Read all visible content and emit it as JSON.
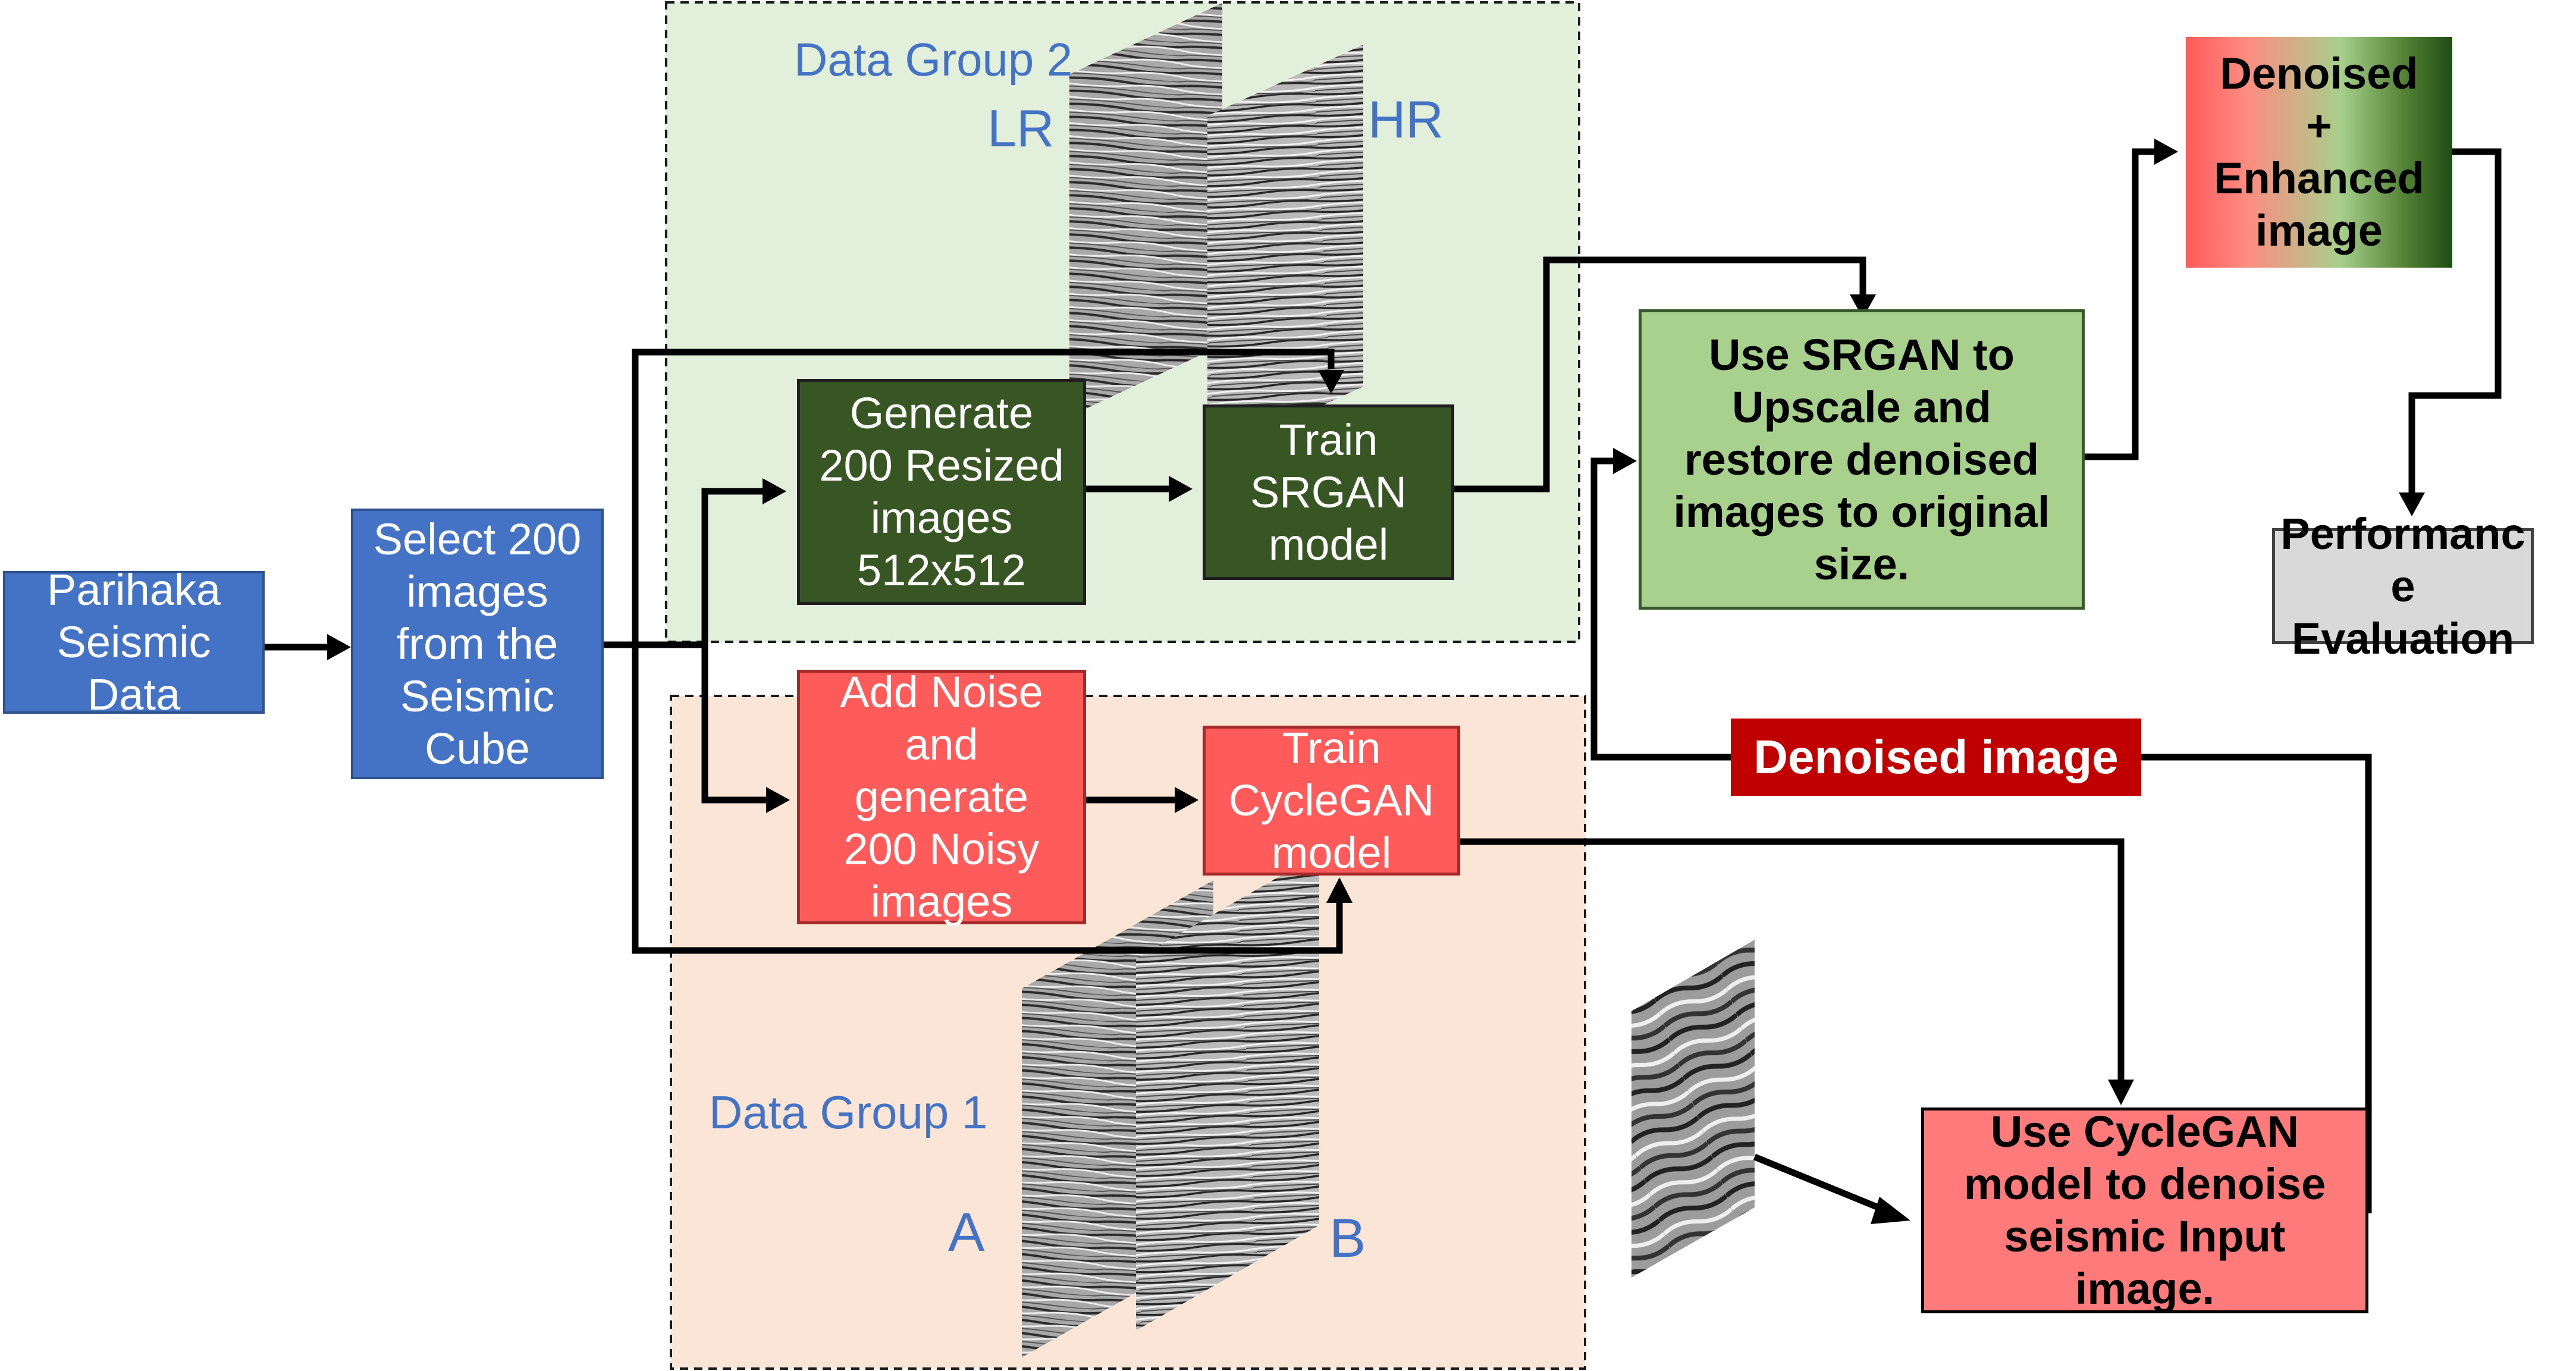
{
  "group_labels": {
    "group2": "Data Group 2",
    "group1": "Data Group 1",
    "lr": "LR",
    "hr": "HR",
    "a": "A",
    "b": "B"
  },
  "boxes": {
    "parihaka": "Parihaka\nSeismic\nData",
    "select": "Select 200\nimages\nfrom the\nSeismic\nCube",
    "resized": "Generate\n200 Resized\nimages\n512x512",
    "train_srgan": "Train\nSRGAN\nmodel",
    "noise": "Add Noise\nand\ngenerate\n200 Noisy\nimages",
    "train_cyclegan": "Train\nCycleGAN\nmodel",
    "use_srgan": "Use SRGAN to\nUpscale and\nrestore denoised\nimages to original\nsize.",
    "use_cyclegan": "Use CycleGAN\nmodel to denoise\nseismic Input\nimage.",
    "denoised_enhanced": "Denoised\n+\nEnhanced\nimage",
    "performance": "Performanc\ne Evaluation",
    "denoised_image": "Denoised image"
  },
  "colors": {
    "input_blue": "#4472c4",
    "srgan_green": "#375623",
    "cyclegan_red": "#ff5b5b",
    "upscale_green": "#a9d18e",
    "denoise_red": "#ff7b7b",
    "denoised_label": "#c00000",
    "group2_bg": "#e2efda",
    "group1_bg": "#fbe5d6"
  },
  "icons": [
    "seismic-lr-image",
    "seismic-hr-image",
    "seismic-a-image",
    "seismic-b-image",
    "seismic-input-image"
  ]
}
